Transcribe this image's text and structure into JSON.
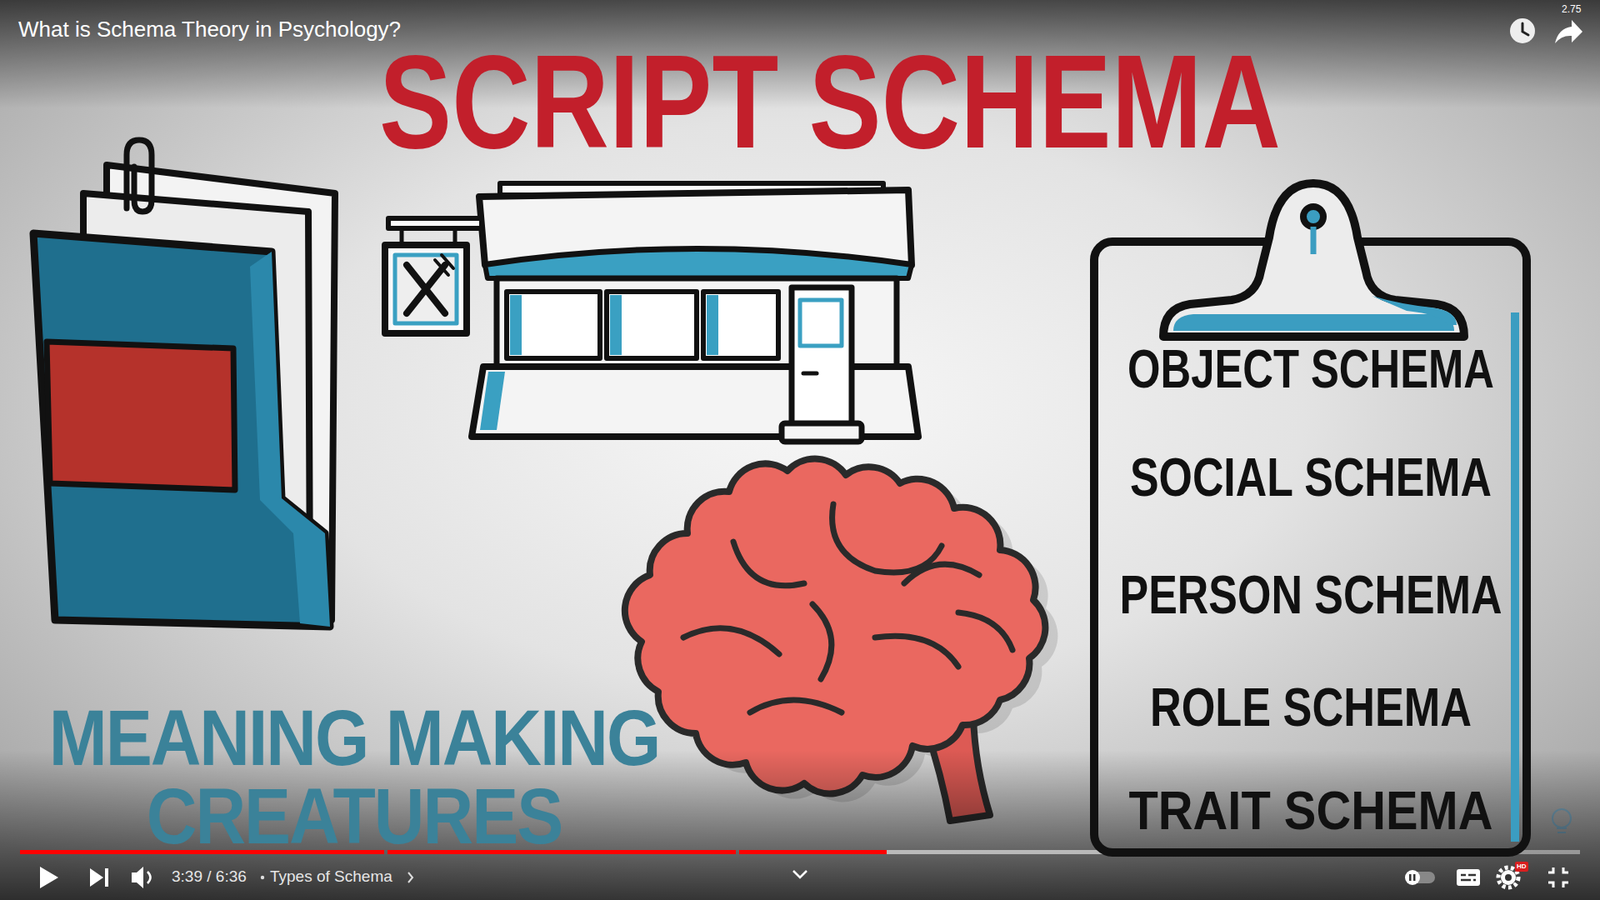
{
  "diagram": {
    "title": "What is Schema Theory in Psychology?",
    "nodes": [
      {
        "text": [
          "OBJECT SCHEMA",
          "SOCIAL SCHEMA",
          "PERSON SCHEMA",
          "ROLE SCHEMA",
          "TRAIT SCHEMA"
        ]
      }
    ],
    "labels": [
      "2.75",
      "SCRIPT SCHEMA",
      "MEANING MAKING CREATURES",
      "3:39 / 6:36",
      "Types of Schema",
      "HD"
    ]
  }
}
